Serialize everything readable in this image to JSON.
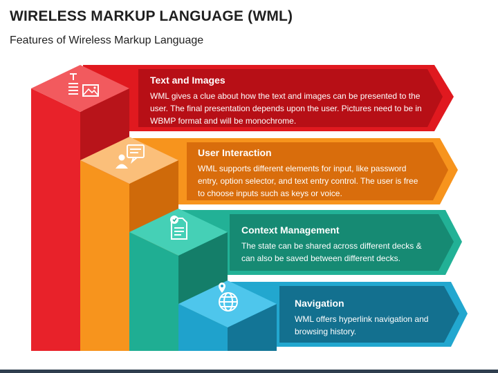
{
  "title": "WIRELESS MARKUP LANGUAGE (WML)",
  "subtitle": "Features of Wireless Markup Language",
  "features": [
    {
      "title": "Text and Images",
      "body": "WML gives a clue about how the text and images can be presented to the user. The final presentation depends upon the user. Pictures need to be in WBMP format and will be monochrome.",
      "icon": "text-image-icon",
      "color": "#d7191c"
    },
    {
      "title": "User Interaction",
      "body": "WML supports different elements for input, like password entry, option selector, and text entry control. The user is free to choose inputs such as keys or voice.",
      "icon": "user-chat-icon",
      "color": "#f28c1b"
    },
    {
      "title": "Context Management",
      "body": "The state can be shared across different decks & can also be saved between different decks.",
      "icon": "document-icon",
      "color": "#1ea58a"
    },
    {
      "title": "Navigation",
      "body": "WML offers hyperlink navigation and browsing history.",
      "icon": "globe-pin-icon",
      "color": "#1a9bbf"
    }
  ]
}
